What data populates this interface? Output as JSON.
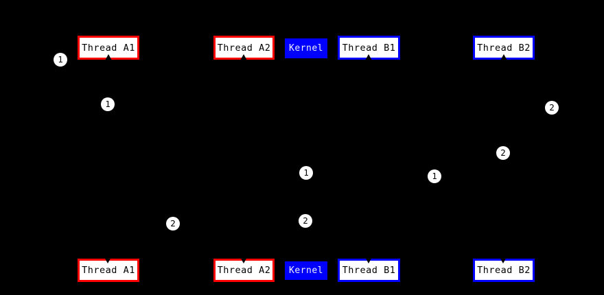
{
  "top_boxes": [
    {
      "label": "Thread A1"
    },
    {
      "label": "Thread A2"
    },
    {
      "label": "Kernel"
    },
    {
      "label": "Thread B1"
    },
    {
      "label": "Thread B2"
    }
  ],
  "bottom_boxes": [
    {
      "label": "Thread A1"
    },
    {
      "label": "Thread A2"
    },
    {
      "label": "Kernel"
    },
    {
      "label": "Thread B1"
    },
    {
      "label": "Thread B2"
    }
  ],
  "markers": [
    {
      "value": "1"
    },
    {
      "value": "1"
    },
    {
      "value": "2"
    },
    {
      "value": "2"
    },
    {
      "value": "1"
    },
    {
      "value": "1"
    },
    {
      "value": "2"
    },
    {
      "value": "2"
    }
  ],
  "colors": {
    "background": "#000000",
    "thread_a_accent": "#ff0000",
    "thread_b_accent": "#0000ff",
    "kernel_fill": "#0000ff",
    "kernel_text": "#f0f0ff",
    "box_fill": "#ffffff",
    "box_text": "#000000",
    "marker_fill": "#ffffff",
    "marker_text": "#000000",
    "connector": "#000000"
  }
}
